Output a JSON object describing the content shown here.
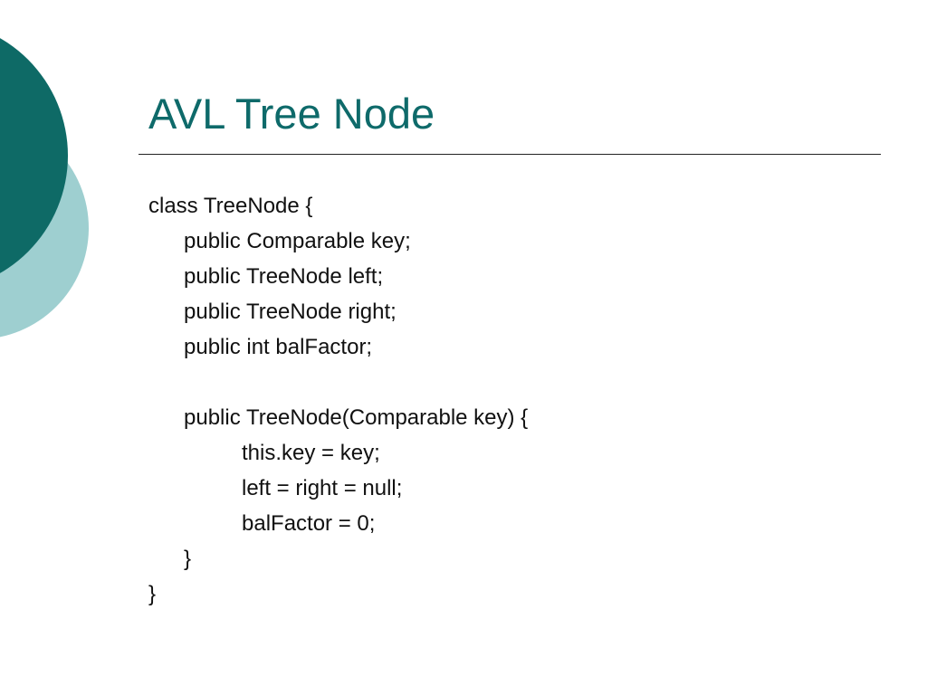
{
  "slide": {
    "title": "AVL Tree Node",
    "code_lines": [
      "class TreeNode {",
      "public Comparable key;",
      "public TreeNode left;",
      "public TreeNode right;",
      "public int balFactor;",
      "",
      "public TreeNode(Comparable key) {",
      "this.key = key;",
      "left = right = null;",
      "balFactor = 0;",
      "}",
      "}"
    ]
  },
  "colors": {
    "title_text": "#0e6a6a",
    "circle_dark": "#0e6a66",
    "circle_light": "#9ecfd0",
    "rule": "#222222"
  }
}
